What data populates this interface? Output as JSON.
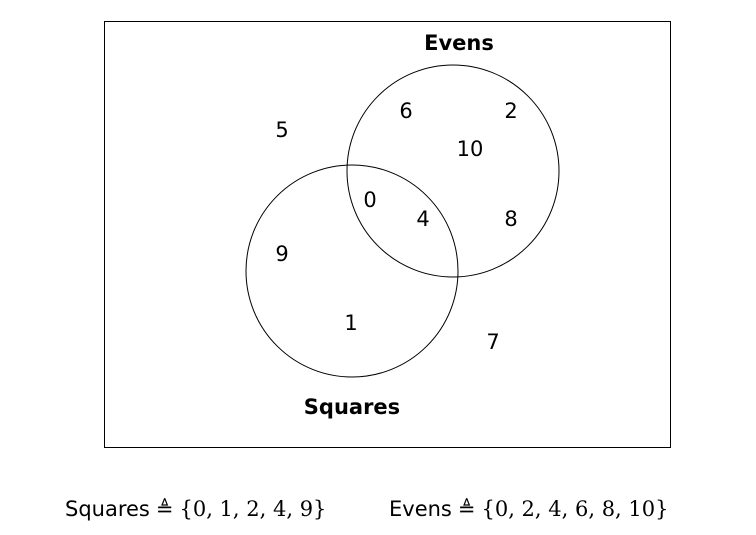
{
  "diagram": {
    "evens_title": "Evens",
    "squares_title": "Squares",
    "elements": {
      "e5": "5",
      "e6": "6",
      "e2": "2",
      "e10": "10",
      "e0": "0",
      "e4": "4",
      "e8": "8",
      "e9": "9",
      "e1": "1",
      "e7": "7"
    }
  },
  "captions": {
    "squares": {
      "name": "Squares",
      "symbol": "≜",
      "set": "{0, 1, 2, 4, 9}"
    },
    "evens": {
      "name": "Evens",
      "symbol": "≜",
      "set": "{0, 2, 4, 6, 8, 10}"
    }
  }
}
